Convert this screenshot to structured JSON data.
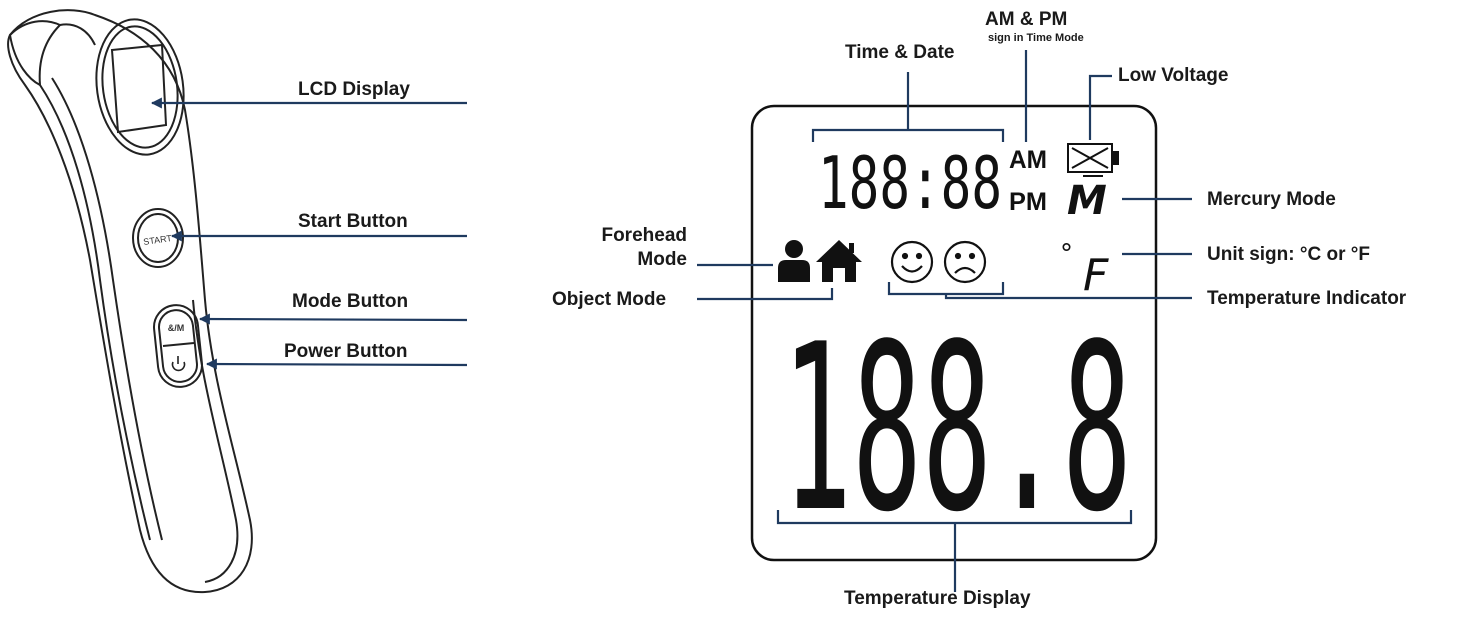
{
  "device_labels": {
    "lcd_display": "LCD Display",
    "start_button": "Start Button",
    "mode_button": "Mode Button",
    "power_button": "Power Button",
    "start_key_text": "START"
  },
  "lcd_labels": {
    "time_date": "Time & Date",
    "am_pm": "AM & PM",
    "am_pm_note": "sign in Time Mode",
    "low_voltage": "Low Voltage",
    "mercury_mode": "Mercury Mode",
    "unit_sign": "Unit sign: °C or °F",
    "temperature_indicator": "Temperature Indicator",
    "forehead_mode": "Forehead Mode",
    "forehead_mode_line1": "Forehead",
    "forehead_mode_line2": "Mode",
    "object_mode": "Object Mode",
    "temperature_display": "Temperature Display"
  },
  "lcd_segments": {
    "time_digits": "188:88",
    "am": "AM",
    "pm": "PM",
    "mercury": "M",
    "degree": "°",
    "unit": "F",
    "temperature_digits": "188.8"
  },
  "colors": {
    "arrow": "#1f3a5f",
    "outline": "#111111",
    "text": "#1a1a1a"
  }
}
